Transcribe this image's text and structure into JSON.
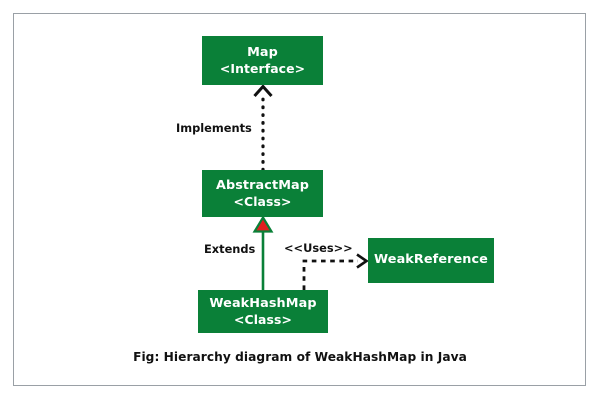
{
  "diagram": {
    "type": "uml-class-hierarchy",
    "caption": "Fig: Hierarchy diagram of WeakHashMap in Java",
    "background_color": "#ffffff",
    "border_color": "#9aa0a6",
    "node_fill_color": "#0a8038",
    "node_text_color": "#ffffff",
    "edge_color": "#111111",
    "extends_arrow_fill": "#e02020",
    "extends_line_color": "#0a8038",
    "nodes": [
      {
        "id": "map",
        "title": "Map",
        "stereotype": "<Interface>"
      },
      {
        "id": "abstractmap",
        "title": "AbstractMap",
        "stereotype": "<Class>"
      },
      {
        "id": "weakhashmap",
        "title": "WeakHashMap",
        "stereotype": "<Class>"
      },
      {
        "id": "weakreference",
        "title": "WeakReference",
        "stereotype": ""
      }
    ],
    "edges": [
      {
        "id": "implements",
        "label": "Implements",
        "from": "abstractmap",
        "to": "map",
        "style": "dotted",
        "arrow": "open-chevron"
      },
      {
        "id": "extends",
        "label": "Extends",
        "from": "weakhashmap",
        "to": "abstractmap",
        "style": "solid-green",
        "arrow": "filled-triangle"
      },
      {
        "id": "uses",
        "label": "<<Uses>>",
        "from": "weakhashmap",
        "to": "weakreference",
        "style": "dashed",
        "arrow": "open-chevron"
      }
    ]
  }
}
